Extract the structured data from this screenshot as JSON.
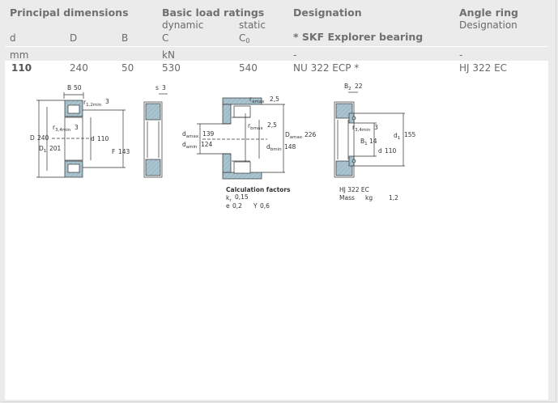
{
  "header": {
    "principal_dimensions": "Principal dimensions",
    "basic_load_ratings": "Basic load ratings",
    "designation": "Designation",
    "angle_ring": "Angle ring",
    "dynamic": "dynamic",
    "static": "static",
    "angle_ring_designation": "Designation",
    "col_d": "d",
    "col_D": "D",
    "col_B": "B",
    "col_C": "C",
    "col_C0_base": "C",
    "col_C0_sub": "0",
    "skf_explorer": "* SKF Explorer bearing"
  },
  "units": {
    "mm": "mm",
    "kn": "kN",
    "designation_dash": "-",
    "angle_ring_dash": "-"
  },
  "row": {
    "d": "110",
    "D": "240",
    "B": "50",
    "C": "530",
    "C0": "540",
    "designation": "NU 322 ECP *",
    "angle_ring": "HJ 322 EC"
  },
  "drawing1": {
    "B_label": "B",
    "B_val": "50",
    "r12_base": "r",
    "r12_sub": "1,2min",
    "r12_val": "3",
    "r34_base": "r",
    "r34_sub": "3,4min",
    "r34_val": "3",
    "D_label": "D",
    "D_val": "240",
    "D1_base": "D",
    "D1_sub": "1",
    "D1_val": "201",
    "d_label": "d",
    "d_val": "110",
    "F_label": "F",
    "F_val": "143"
  },
  "drawing2": {
    "s_label": "s",
    "s_val": "3"
  },
  "drawing3": {
    "ramax_base": "r",
    "ramax_sub": "amax",
    "ramax_val": "2,5",
    "rbmax_base": "r",
    "rbmax_sub": "bmax",
    "rbmax_val": "2,5",
    "damax_base": "d",
    "damax_sub": "amax",
    "damax_val": "139",
    "damin_base": "d",
    "damin_sub": "amin",
    "damin_val": "124",
    "Damax_base": "D",
    "Damax_sub": "amax",
    "Damax_val": "226",
    "dbmin_base": "d",
    "dbmin_sub": "bmin",
    "dbmin_val": "148",
    "calc_title": "Calculation factors",
    "kr_base": "k",
    "kr_sub": "r",
    "kr_val": "0,15",
    "e_label": "e",
    "e_val": "0,2",
    "Y_label": "Y",
    "Y_val": "0,6"
  },
  "drawing4": {
    "B2_base": "B",
    "B2_sub": "2",
    "B2_val": "22",
    "r34_base": "r",
    "r34_sub": "3,4min",
    "r34_val": "3",
    "B1_base": "B",
    "B1_sub": "1",
    "B1_val": "14",
    "d1_base": "d",
    "d1_sub": "1",
    "d1_val": "155",
    "d_label": "d",
    "d_val": "110",
    "designation": "HJ 322 EC",
    "mass_label": "Mass",
    "mass_unit": "kg",
    "mass_val": "1,2"
  },
  "colors": {
    "background": "#ebebeb",
    "panel": "#ffffff",
    "text": "#6a6a6a",
    "steel": "#a9c4cf",
    "roller": "#ffffff"
  }
}
